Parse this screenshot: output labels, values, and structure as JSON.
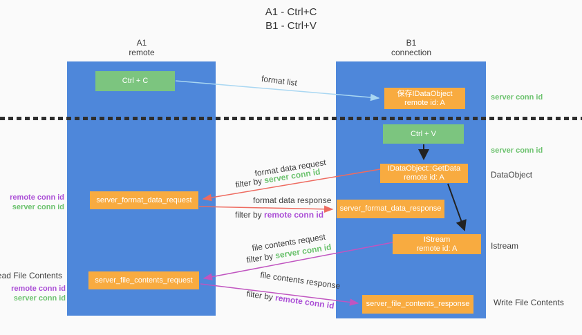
{
  "title": {
    "line1": "A1 - Ctrl+C",
    "line2": "B1 - Ctrl+V"
  },
  "lanes": {
    "left": {
      "name": "A1",
      "subtitle": "remote"
    },
    "right": {
      "name": "B1",
      "subtitle": "connection"
    }
  },
  "nodes": {
    "ctrl_c": {
      "label": "Ctrl + C"
    },
    "ctrl_v": {
      "label": "Ctrl + V"
    },
    "save_idataobject": {
      "line1": "保存IDataObject",
      "line2": "remote id: A"
    },
    "getdata": {
      "line1": "IDataObject::GetData",
      "line2": "remote id: A"
    },
    "format_request": {
      "label": "server_format_data_request"
    },
    "format_response": {
      "label": "server_format_data_response"
    },
    "istream": {
      "line1": "IStream",
      "line2": "remote id: A"
    },
    "file_request": {
      "label": "server_file_contents_request"
    },
    "file_response": {
      "label": "server_file_contents_response"
    }
  },
  "labels": {
    "format_list": "format list",
    "format_data_request": "format data request",
    "format_data_response": "format data response",
    "file_contents_request": "file contents request",
    "file_contents_response": "file contents response",
    "filter_by": "filter by",
    "server_conn_id": "server conn id",
    "remote_conn_id": "remote conn id",
    "read_file_contents": "Read File Contents",
    "write_file_contents": "Write File Contents",
    "dataobject": "DataObject",
    "istream": "Istream"
  },
  "colors": {
    "lane_blue": "#4e87da",
    "node_green": "#7cc57f",
    "node_orange": "#f8ab40",
    "text_green": "#6cc26e",
    "text_purple": "#ab4fd6",
    "arrow_red": "#ee6b60",
    "arrow_magenta": "#c055c0",
    "arrow_light_blue": "#a9d7f2",
    "arrow_black": "#222222",
    "background": "#fafafa"
  }
}
